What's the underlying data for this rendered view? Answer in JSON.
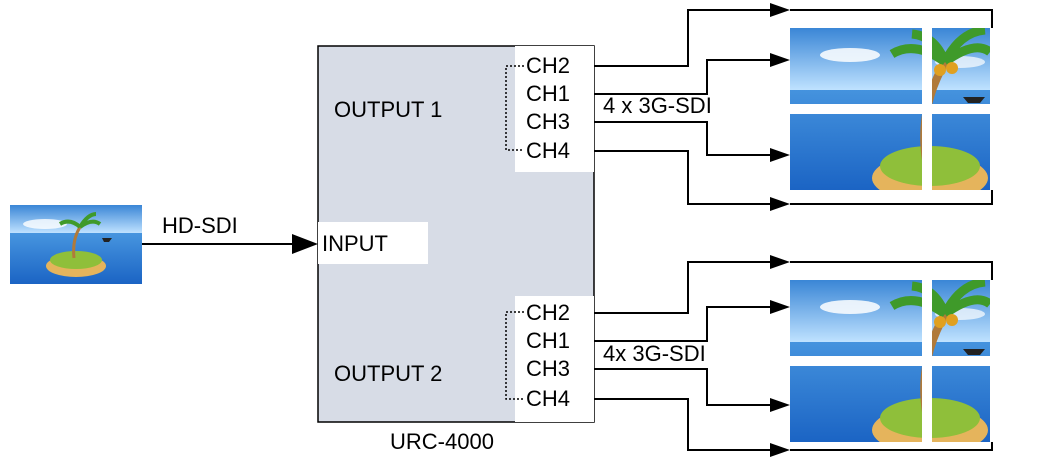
{
  "device": {
    "name": "URC-4000",
    "input_label": "INPUT"
  },
  "input_signal": "HD-SDI",
  "outputs": [
    {
      "label": "OUTPUT 1",
      "channels": [
        "CH2",
        "CH1",
        "CH3",
        "CH4"
      ],
      "signal": "4 x 3G-SDI"
    },
    {
      "label": "OUTPUT 2",
      "channels": [
        "CH2",
        "CH1",
        "CH3",
        "CH4"
      ],
      "signal": "4x 3G-SDI"
    }
  ],
  "colors": {
    "device_fill": "#d7dce6",
    "sky": "#4d9be0",
    "sea": "#1e6fd0",
    "island": "#8fbf3a",
    "sand": "#e5b45c"
  }
}
